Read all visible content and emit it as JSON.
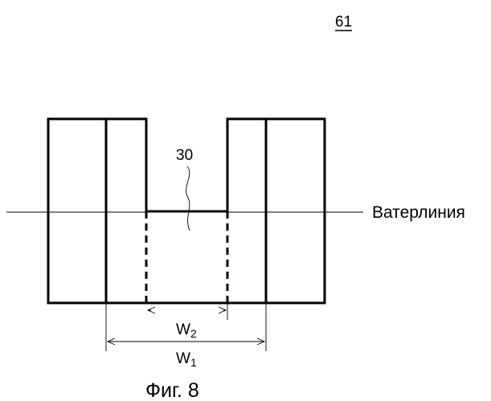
{
  "reference_numeral": "61",
  "part_label": "30",
  "waterline_label": "Ватерлиния",
  "width_inner": {
    "letter": "W",
    "subscript": "2"
  },
  "width_outer": {
    "letter": "W",
    "subscript": "1"
  },
  "caption": "Фиг. 8"
}
